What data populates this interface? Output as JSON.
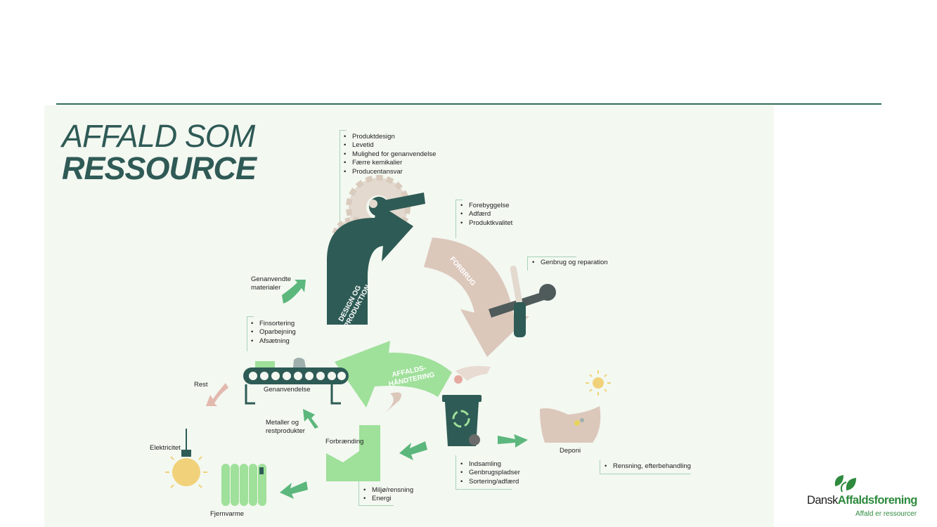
{
  "title": {
    "line1": "AFFALD SOM",
    "line2": "RESSOURCE"
  },
  "stages": {
    "design": {
      "label1": "DESIGN OG",
      "label2": "PRODUKTION",
      "bullets": [
        "Produktdesign",
        "Levetid",
        "Mulighed for genanvendelse",
        "Færre kemikalier",
        "Producentansvar"
      ]
    },
    "forbrug": {
      "label": "FORBRUG",
      "bullets": [
        "Forebyggelse",
        "Adfærd",
        "Produktkvalitet"
      ]
    },
    "handtering": {
      "label1": "AFFALDS-",
      "label2": "HÅNDTERING"
    }
  },
  "reparation": {
    "bullets": [
      "Genbrug og reparation"
    ]
  },
  "genanvendte": {
    "line1": "Genanvendte",
    "line2": "materialer"
  },
  "sorting": {
    "bullets": [
      "Finsortering",
      "Oparbejning",
      "Afsætning"
    ]
  },
  "genanvendelse_label": "Genanvendelse",
  "rest_label": "Rest",
  "metaller": {
    "line1": "Metaller og",
    "line2": "restprodukter"
  },
  "forbraending": {
    "label": "Forbrænding",
    "bullets": [
      "Miljø/rensning",
      "Energi"
    ]
  },
  "indsamling": {
    "bullets": [
      "Indsamling",
      "Genbrugspladser",
      "Sortering/adfærd"
    ]
  },
  "deponi": {
    "label": "Deponi",
    "bullets": [
      "Rensning, efterbehandling"
    ]
  },
  "elektricitet_label": "Elektricitet",
  "fjernvarme_label": "Fjernvarme",
  "logo": {
    "name_part1": "Dansk",
    "name_part2": "Affaldsforening",
    "tagline": "Affald er ressourcer"
  },
  "colors": {
    "dark_green": "#2e5b55",
    "beige": "#dcc7bb",
    "light_green": "#9fe09a",
    "mid_green": "#5cb77c",
    "rose": "#e2b9ae",
    "accent": "#2e8a3e"
  }
}
